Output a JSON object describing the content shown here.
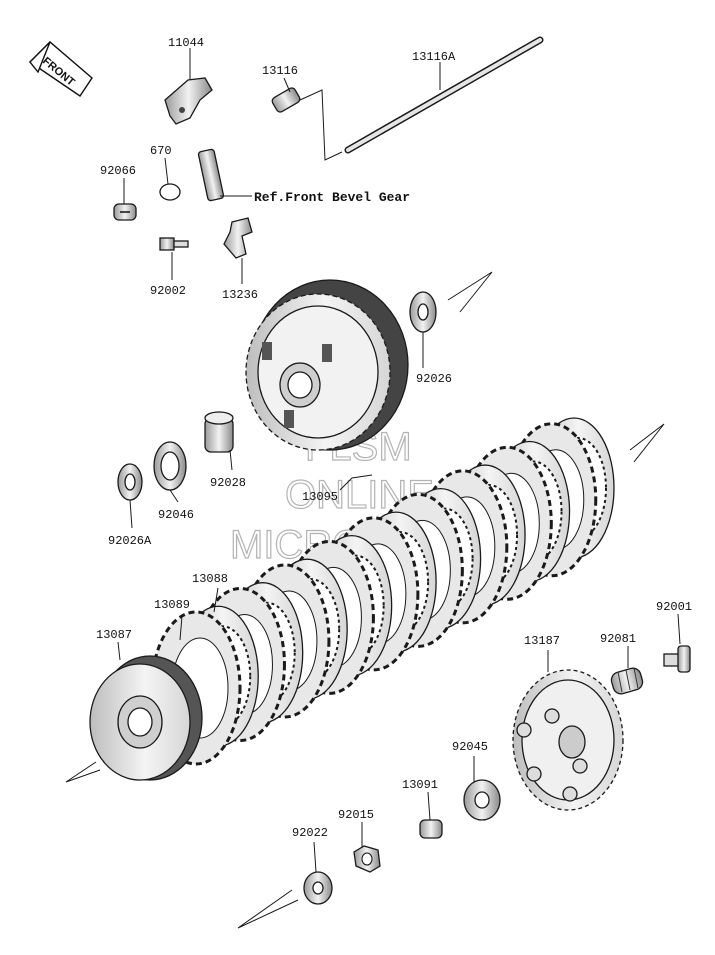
{
  "front_label": "FRONT",
  "reference_note": "Ref.Front Bevel Gear",
  "watermark": [
    "FLSM",
    "ONLINE",
    "MICROFICHE"
  ],
  "part_numbers": {
    "p11044": "11044",
    "p13116": "13116",
    "p13116A": "13116A",
    "p670": "670",
    "p92066": "92066",
    "p92002": "92002",
    "p13236": "13236",
    "p92026": "92026",
    "p92028": "92028",
    "p92046": "92046",
    "p92026A": "92026A",
    "p13095": "13095",
    "p13088": "13088",
    "p13089": "13089",
    "p13087": "13087",
    "p13187": "13187",
    "p92081": "92081",
    "p92001": "92001",
    "p92045": "92045",
    "p13091": "13091",
    "p92015": "92015",
    "p92022": "92022"
  }
}
